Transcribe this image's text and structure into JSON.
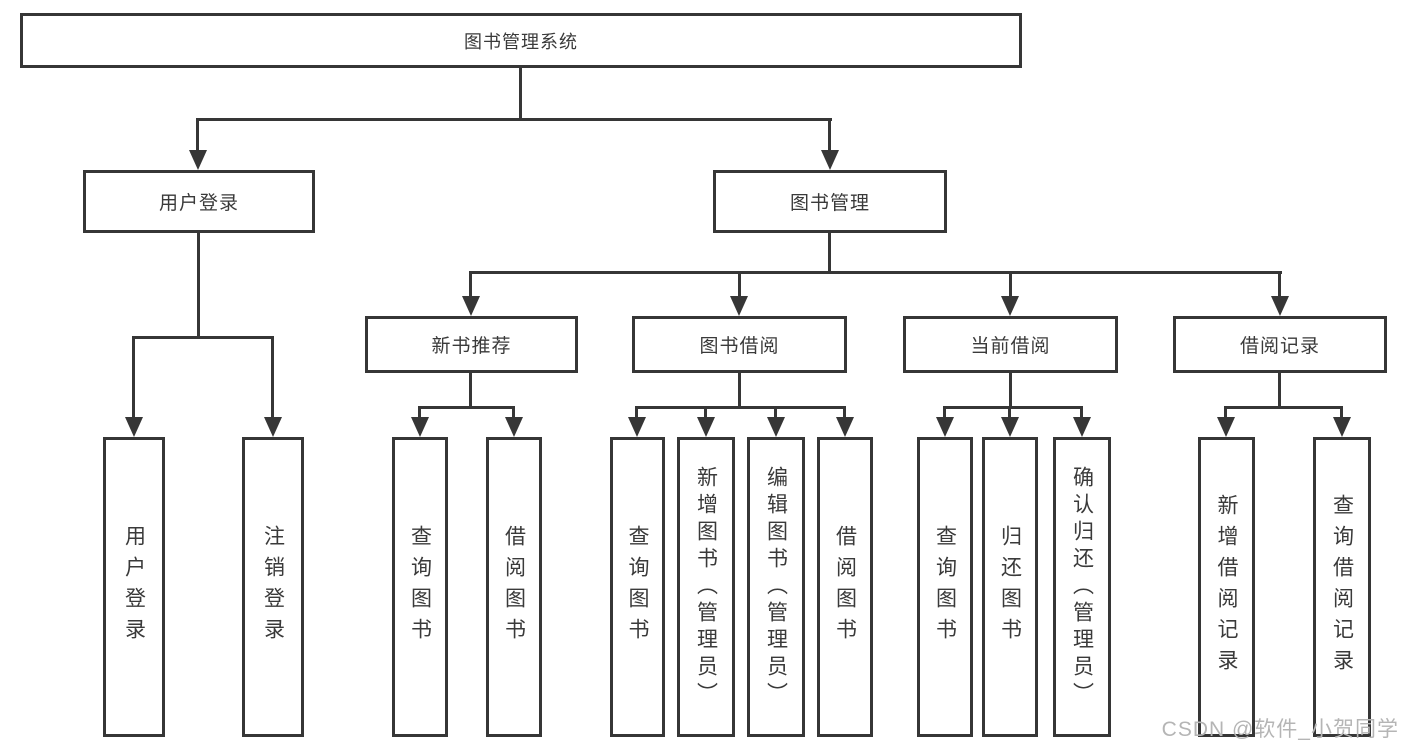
{
  "diagram": {
    "type": "tree",
    "root": {
      "label": "图书管理系统"
    },
    "branches": [
      {
        "label": "用户登录",
        "children": [
          {
            "label": "用户登录"
          },
          {
            "label": "注销登录"
          }
        ]
      },
      {
        "label": "图书管理",
        "sections": [
          {
            "label": "新书推荐",
            "children": [
              {
                "label": "查询图书"
              },
              {
                "label": "借阅图书"
              }
            ]
          },
          {
            "label": "图书借阅",
            "children": [
              {
                "label": "查询图书"
              },
              {
                "label": "新增图书（管理员）"
              },
              {
                "label": "编辑图书（管理员）"
              },
              {
                "label": "借阅图书"
              }
            ]
          },
          {
            "label": "当前借阅",
            "children": [
              {
                "label": "查询图书"
              },
              {
                "label": "归还图书"
              },
              {
                "label": "确认归还（管理员）"
              }
            ]
          },
          {
            "label": "借阅记录",
            "children": [
              {
                "label": "新增借阅记录"
              },
              {
                "label": "查询借阅记录"
              }
            ]
          }
        ]
      }
    ]
  },
  "watermark": {
    "text": "CSDN @软件_小贺同学"
  },
  "colors": {
    "line": "#363636",
    "text": "#3a3a3a",
    "watermark": "#b5b5b5",
    "background": "#ffffff"
  }
}
